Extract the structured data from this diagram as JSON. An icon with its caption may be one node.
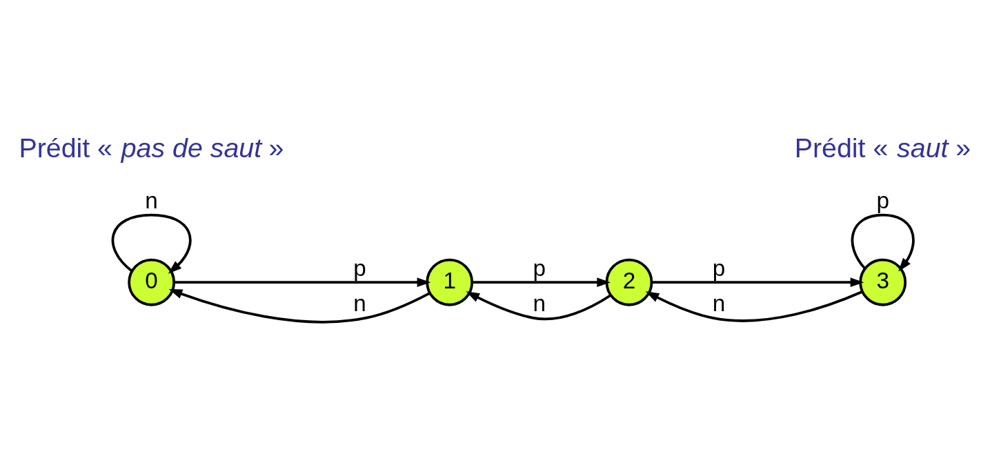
{
  "diagram": {
    "nodes": [
      {
        "text": [
          "0"
        ]
      },
      {
        "text": [
          "1"
        ]
      },
      {
        "text": [
          "2"
        ]
      },
      {
        "text": [
          "3"
        ]
      }
    ],
    "edges": [
      {
        "from": 0,
        "to": 0,
        "arrow": "to",
        "label": "n"
      },
      {
        "from": 0,
        "to": 1,
        "arrow": "to",
        "label": "p"
      },
      {
        "from": 1,
        "to": 0,
        "arrow": "to",
        "label": "n"
      },
      {
        "from": 1,
        "to": 2,
        "arrow": "to",
        "label": "p"
      },
      {
        "from": 2,
        "to": 1,
        "arrow": "to",
        "label": "n"
      },
      {
        "from": 2,
        "to": 3,
        "arrow": "to",
        "label": "p"
      },
      {
        "from": 3,
        "to": 2,
        "arrow": "to",
        "label": "n"
      },
      {
        "from": 3,
        "to": 3,
        "arrow": "to",
        "label": "p"
      }
    ],
    "labels": [
      "Prédit « *pas de saut* »",
      "Prédit « *saut* »"
    ]
  }
}
